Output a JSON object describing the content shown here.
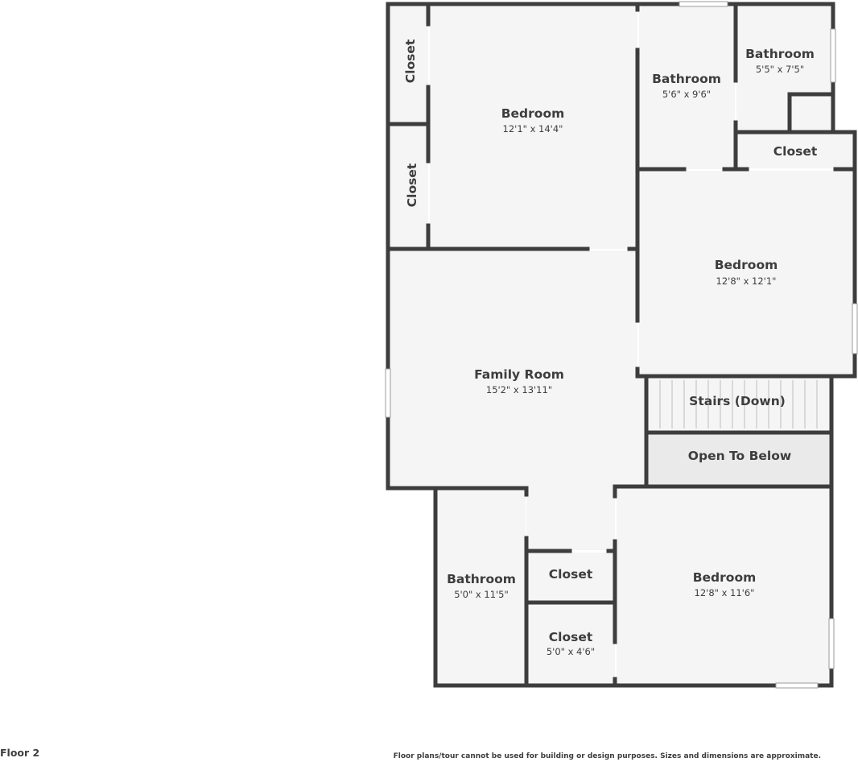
{
  "floor": {
    "label": "Floor 2"
  },
  "rooms": {
    "bedroom_nw": {
      "name": "Bedroom",
      "dims": "12'1\" x 14'4\""
    },
    "bathroom_top_mid": {
      "name": "Bathroom",
      "dims": "5'6\" x 9'6\""
    },
    "bathroom_top_right": {
      "name": "Bathroom",
      "dims": "5'5\" x 7'5\""
    },
    "closet_nw_upper": {
      "name": "Closet"
    },
    "closet_nw_lower": {
      "name": "Closet"
    },
    "closet_east": {
      "name": "Closet"
    },
    "bedroom_east": {
      "name": "Bedroom",
      "dims": "12'8\" x 12'1\""
    },
    "family_room": {
      "name": "Family Room",
      "dims": "15'2\" x 13'11\""
    },
    "stairs": {
      "name": "Stairs (Down)"
    },
    "open_to_below": {
      "name": "Open To Below"
    },
    "bathroom_sw": {
      "name": "Bathroom",
      "dims": "5'0\" x 11'5\""
    },
    "closet_south_upper": {
      "name": "Closet"
    },
    "closet_south_lower": {
      "name": "Closet",
      "dims": "5'0\" x 4'6\""
    },
    "bedroom_se": {
      "name": "Bedroom",
      "dims": "12'8\" x 11'6\""
    }
  },
  "footer": {
    "disclaimer": "Floor plans/tour cannot be used for building or design purposes. Sizes and dimensions are approximate."
  },
  "colors": {
    "wall": "#3d3d3d",
    "room_fill": "#f5f5f5",
    "open_to_below_fill": "#eaeaea",
    "window": "#cfcfcf"
  }
}
